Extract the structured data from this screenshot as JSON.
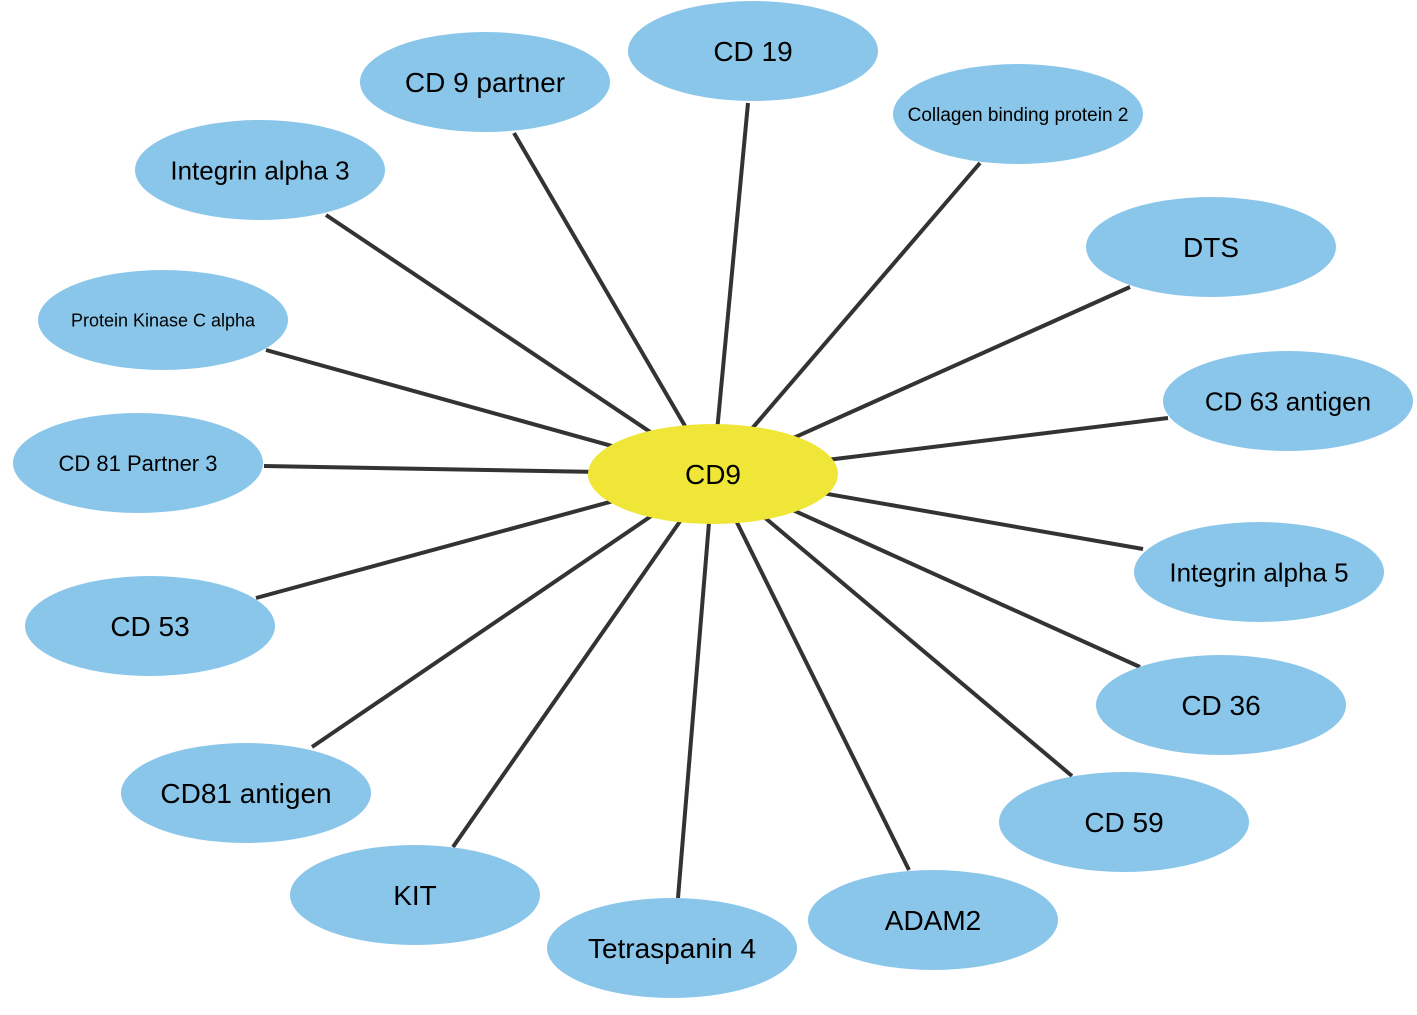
{
  "diagram": {
    "type": "network",
    "center": {
      "label": "CD9",
      "color": "#F0E637"
    },
    "node_color": "#8AC6EA",
    "edge_color": "#333333",
    "nodes": [
      {
        "id": "cd19",
        "label": "CD 19"
      },
      {
        "id": "collagen-binding-protein-2",
        "label": "Collagen binding protein 2"
      },
      {
        "id": "dts",
        "label": "DTS"
      },
      {
        "id": "cd63-antigen",
        "label": "CD 63 antigen"
      },
      {
        "id": "integrin-alpha-5",
        "label": "Integrin alpha 5"
      },
      {
        "id": "cd36",
        "label": "CD 36"
      },
      {
        "id": "cd59",
        "label": "CD 59"
      },
      {
        "id": "adam2",
        "label": "ADAM2"
      },
      {
        "id": "tetraspanin-4",
        "label": "Tetraspanin 4"
      },
      {
        "id": "kit",
        "label": "KIT"
      },
      {
        "id": "cd81-antigen",
        "label": "CD81 antigen"
      },
      {
        "id": "cd53",
        "label": "CD 53"
      },
      {
        "id": "cd81-partner-3",
        "label": "CD 81 Partner 3"
      },
      {
        "id": "protein-kinase-c-alpha",
        "label": "Protein Kinase C alpha"
      },
      {
        "id": "integrin-alpha-3",
        "label": "Integrin alpha 3"
      },
      {
        "id": "cd9-partner",
        "label": "CD 9 partner"
      }
    ]
  }
}
